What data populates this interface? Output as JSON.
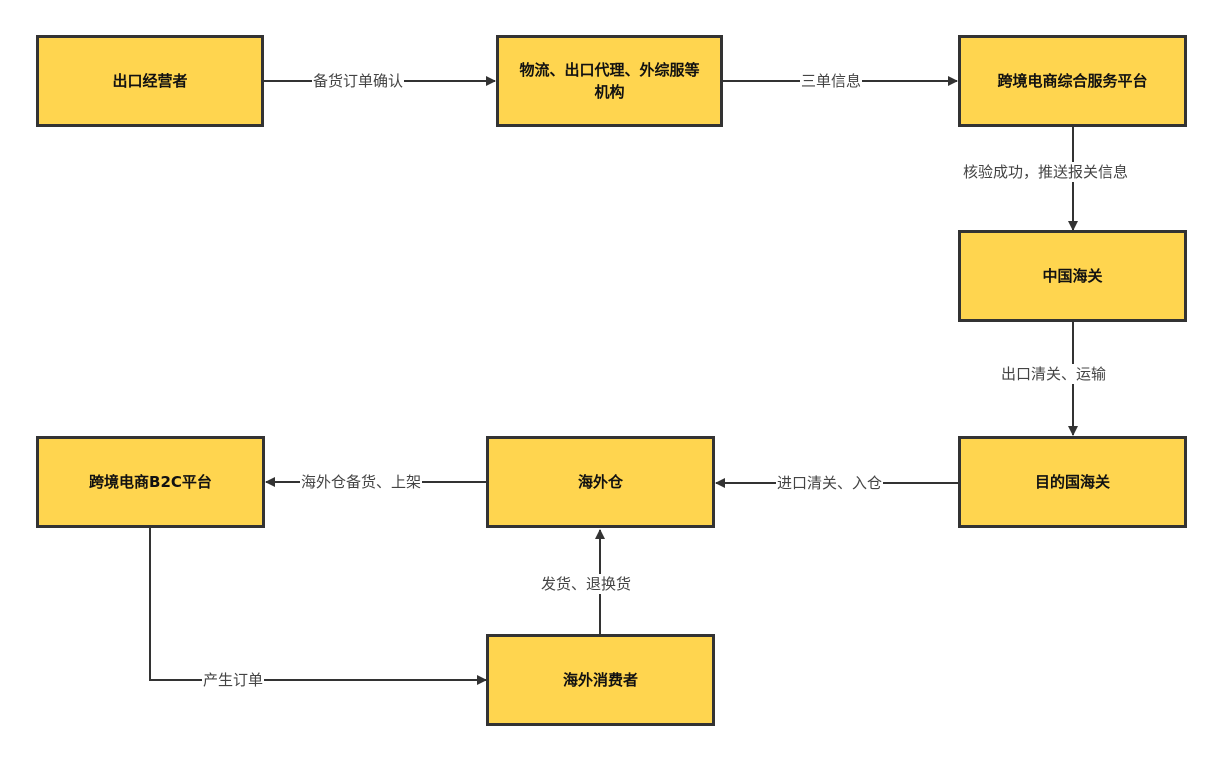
{
  "nodes": {
    "exporter": "出口经营者",
    "logistics": "物流、出口代理、外综服等机构",
    "platform": "跨境电商综合服务平台",
    "china_customs": "中国海关",
    "dest_customs": "目的国海关",
    "warehouse": "海外仓",
    "b2c": "跨境电商B2C平台",
    "consumer": "海外消费者"
  },
  "edges": {
    "exporter_to_logistics": "备货订单确认",
    "logistics_to_platform": "三单信息",
    "platform_to_customs": "核验成功，推送报关信息",
    "customs_to_dest": "出口清关、运输",
    "dest_to_warehouse": "进口清关、入仓",
    "warehouse_to_b2c": "海外仓备货、上架",
    "warehouse_consumer": "发货、退换货",
    "b2c_to_consumer": "产生订单"
  },
  "colors": {
    "node_fill": "#ffd54f",
    "node_border": "#333333",
    "edge": "#333333"
  }
}
